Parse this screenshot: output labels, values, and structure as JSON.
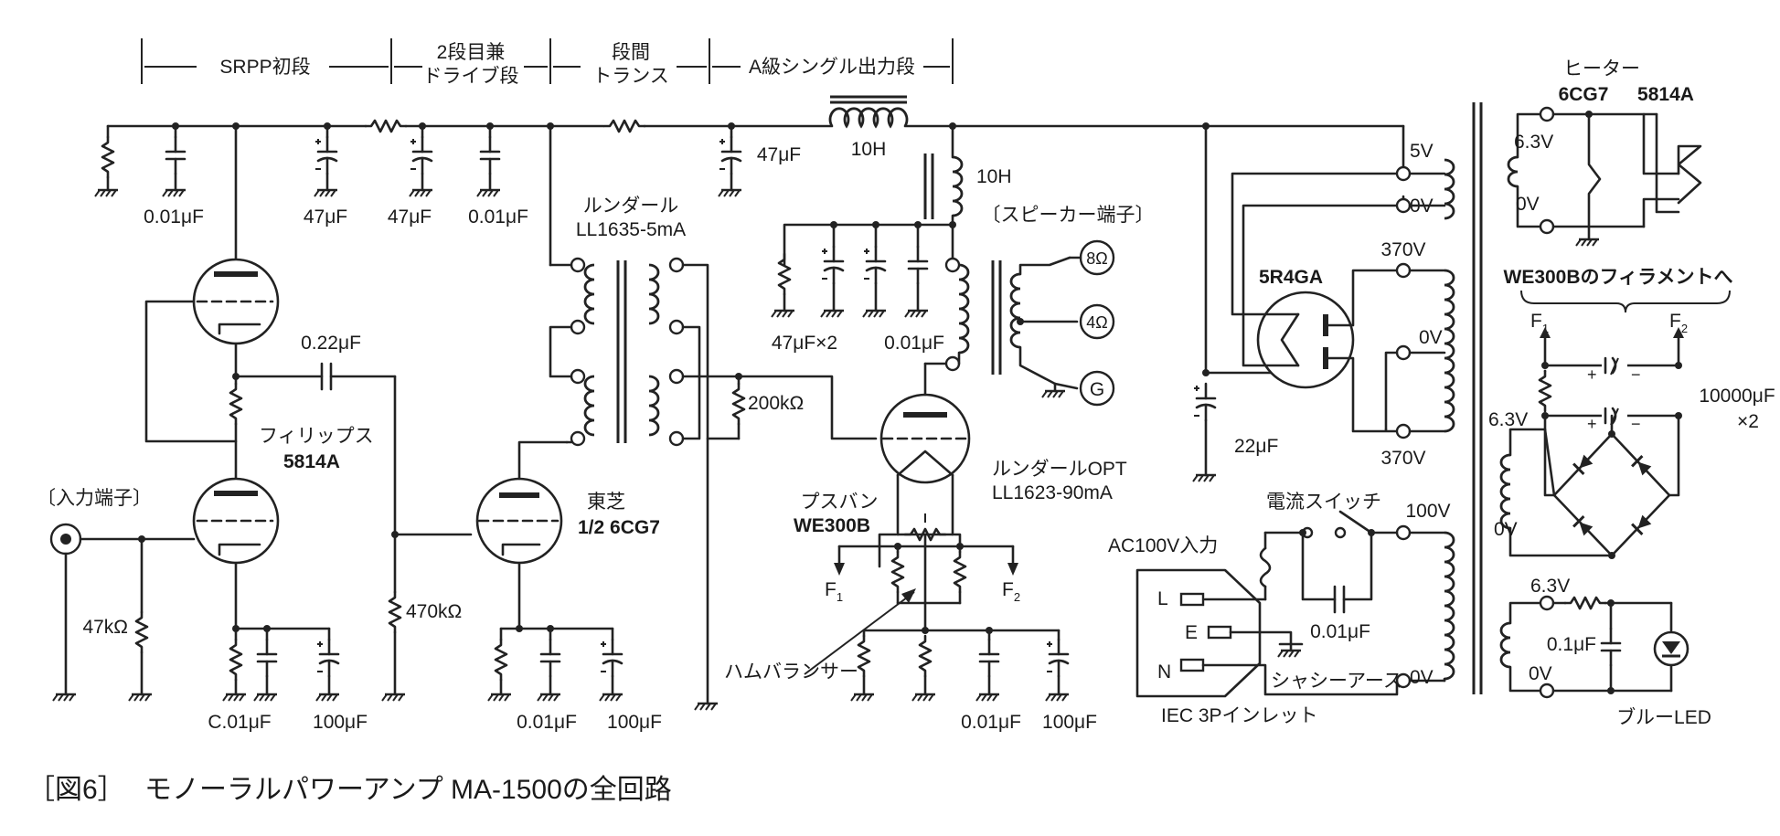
{
  "stages": {
    "srpp": "SRPP初段",
    "drive_line1": "2段目兼",
    "drive_line2": "ドライブ段",
    "interstage_line1": "段間",
    "interstage_line2": "トランス",
    "output": "A級シングル出力段"
  },
  "labels": {
    "choke1": "10H",
    "choke2": "10H",
    "c_001_a": "0.01μF",
    "c_47_a": "47μF",
    "c_47_b": "47μF",
    "c_001_b": "0.01μF",
    "c_47_c": "47μF",
    "c_47x2": "47μF×2",
    "c_001_c": "0.01μF",
    "lundahl_ist": "ルンダール",
    "lundahl_ist_model": "LL1635-5mA",
    "c_022": "0.22μF",
    "philips": "フィリップス",
    "tube_5814a": "5814A",
    "input_terminal": "〔入力端子〕",
    "r_47k": "47kΩ",
    "c_001_d": "C.01μF",
    "c_100_a": "100μF",
    "r_470k": "470kΩ",
    "toshiba": "東芝",
    "tube_6cg7": "1/2 6CG7",
    "c_001_e": "0.01μF",
    "c_100_b": "100μF",
    "r_200k": "200kΩ",
    "pusvan": "プスバン",
    "tube_we300b": "WE300B",
    "lundahl_opt": "ルンダールOPT",
    "lundahl_opt_model": "LL1623-90mA",
    "speaker_terminal": "〔スピーカー端子〕",
    "spk_8": "8Ω",
    "spk_4": "4Ω",
    "spk_g": "G",
    "f1": "F",
    "f1_sub": "1",
    "f2": "F",
    "f2_sub": "2",
    "hum_balancer": "ハムバランサー",
    "c_001_f": "0.01μF",
    "c_100_c": "100μF",
    "tube_5r4ga": "5R4GA",
    "c_22": "22μF",
    "v_5": "5V",
    "v_0a": "0V",
    "v_370a": "370V",
    "v_0b": "0V",
    "v_370b": "370V",
    "power_switch": "電流スイッチ",
    "v_100": "100V",
    "ac_input": "AC100V入力",
    "pin_l": "L",
    "pin_e": "E",
    "pin_n": "N",
    "c_001_g": "0.01μF",
    "chassis_earth": "シャシーアース",
    "v_0c": "0V",
    "iec_inlet": "IEC 3Pインレット",
    "heater": "ヒーター",
    "heater_6cg7": "6CG7",
    "heater_5814a": "5814A",
    "v_63a": "6.3V",
    "v_0d": "0V",
    "we300b_filament": "WE300Bのフィラメントへ",
    "hf1": "F",
    "hf1_sub": "1",
    "hf2": "F",
    "hf2_sub": "2",
    "c_10000": "10000μF",
    "c_10000_x2": "×2",
    "v_63b": "6.3V",
    "v_0e": "0V",
    "v_63c": "6.3V",
    "c_01": "0.1μF",
    "v_0f": "0V",
    "blue_led": "ブルーLED"
  },
  "caption": {
    "fig_no": "［図6］",
    "title": "モノーラルパワーアンプ MA-1500の全回路"
  }
}
